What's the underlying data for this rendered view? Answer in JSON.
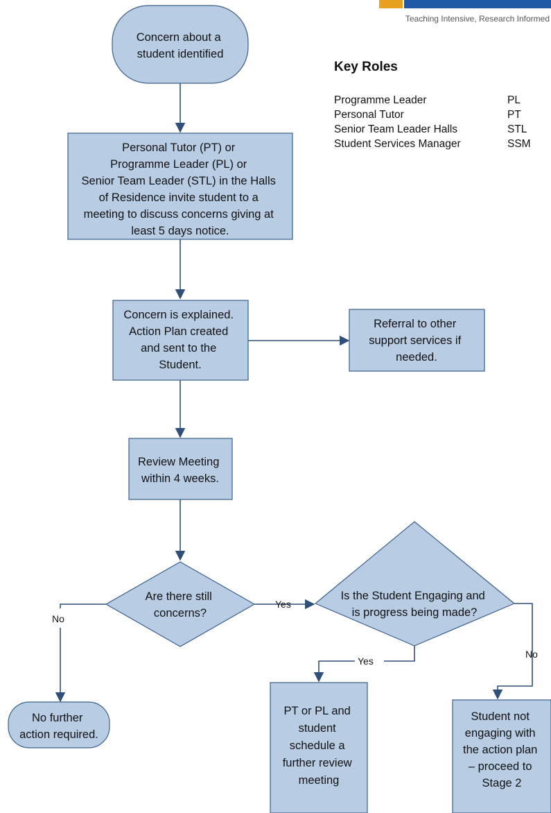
{
  "logo": {
    "tagline": "Teaching Intensive, Research Informed"
  },
  "key_roles": {
    "title": "Key Roles",
    "rows": [
      {
        "name": "Programme Leader",
        "abbr": "PL"
      },
      {
        "name": "Personal Tutor",
        "abbr": "PT"
      },
      {
        "name": "Senior Team Leader Halls",
        "abbr": "STL"
      },
      {
        "name": "Student Services Manager",
        "abbr": "SSM"
      }
    ]
  },
  "nodes": {
    "start": [
      "Concern about a",
      "student identified"
    ],
    "invite": [
      "Personal Tutor (PT) or",
      "Programme Leader (PL) or",
      "Senior Team Leader (STL) in the Halls",
      "of Residence invite student to a",
      "meeting to discuss concerns giving at",
      "least 5 days notice."
    ],
    "explain": [
      "Concern is explained.",
      "Action Plan created",
      "and sent to the",
      "Student."
    ],
    "referral": [
      "Referral to other",
      "support services if",
      "needed."
    ],
    "review": [
      "Review Meeting",
      "within 4 weeks."
    ],
    "decision1": [
      "Are there still",
      "concerns?"
    ],
    "decision2": [
      "Is the Student Engaging and",
      "is progress being made?"
    ],
    "no_action": [
      "No further",
      "action required."
    ],
    "schedule": [
      "PT or PL and",
      "student",
      "schedule a",
      "further review",
      "meeting"
    ],
    "not_engaging": [
      "Student not",
      "engaging with",
      "the action plan",
      "– proceed to",
      "Stage 2"
    ]
  },
  "edge_labels": {
    "yes1": "Yes",
    "no1": "No",
    "yes2": "Yes",
    "no2": "No"
  },
  "colors": {
    "box_fill": "#b8cce4",
    "box_stroke": "#3a5f8a",
    "arrow": "#2f4f7a",
    "logo_gold": "#e8a020",
    "logo_blue": "#1f5aa6"
  }
}
